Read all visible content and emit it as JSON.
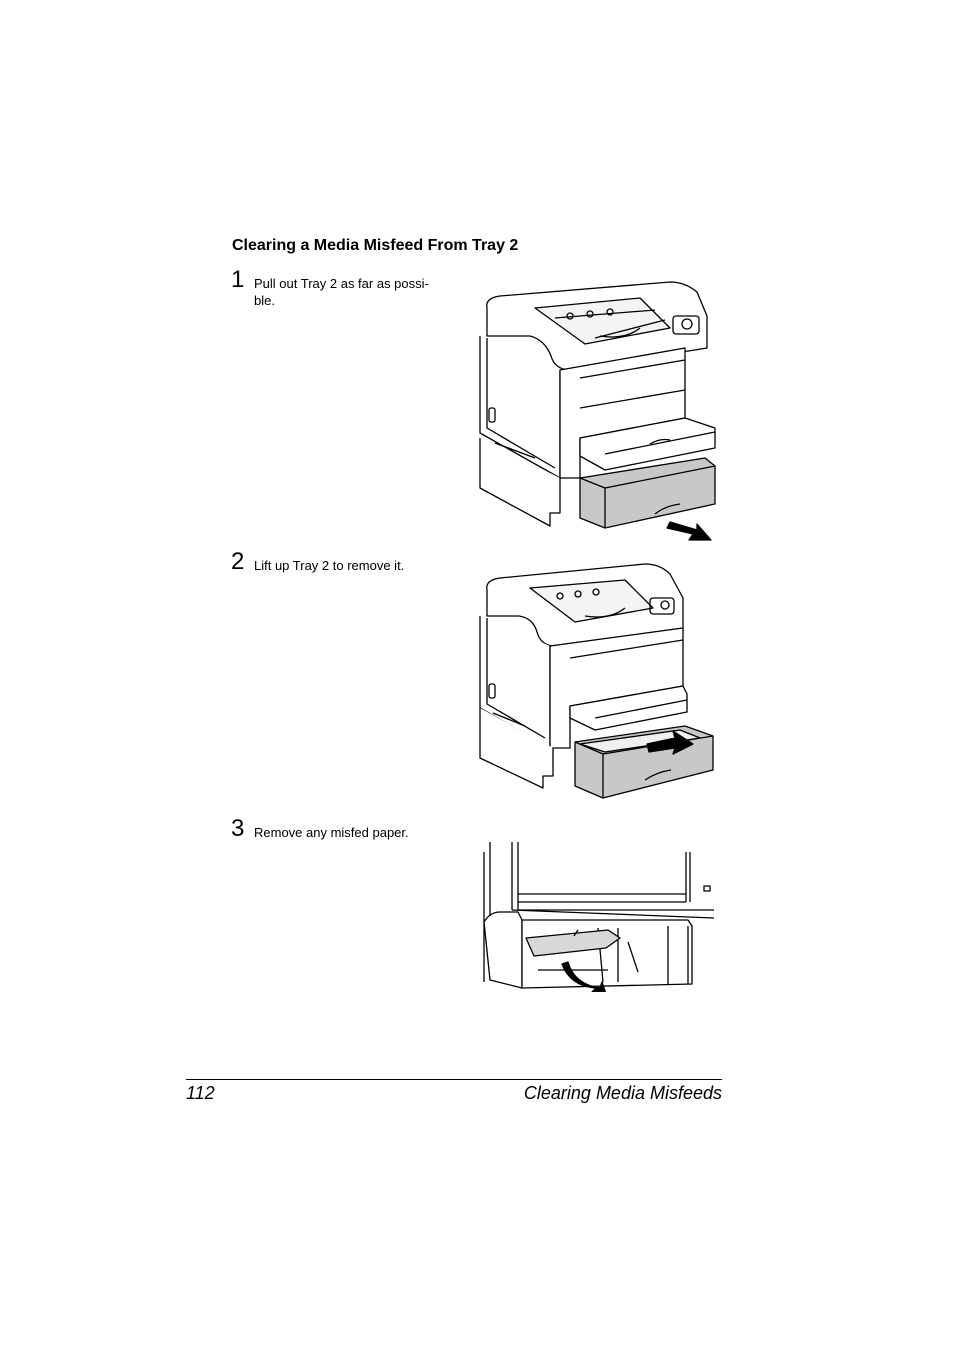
{
  "heading": "Clearing a Media Misfeed From Tray 2",
  "steps": [
    {
      "number": "1",
      "lines": [
        "Pull out Tray 2 as far as possi-",
        "ble."
      ]
    },
    {
      "number": "2",
      "lines": [
        "Lift up Tray 2 to remove it."
      ]
    },
    {
      "number": "3",
      "lines": [
        "Remove any misfed paper."
      ]
    }
  ],
  "footer": {
    "page_number": "112",
    "section_title": "Clearing Media Misfeeds"
  }
}
